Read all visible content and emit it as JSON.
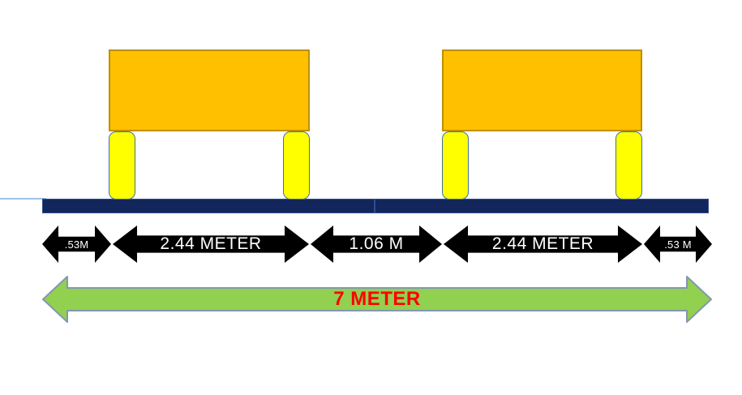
{
  "diagram": {
    "kind": "table-spacing-dimension-diagram",
    "measurements": {
      "segments": [
        {
          "label": ".53M"
        },
        {
          "label": "2.44 METER"
        },
        {
          "label": "1.06 M"
        },
        {
          "label": "2.44 METER"
        },
        {
          "label": ".53 M"
        }
      ],
      "total": {
        "label": "7 METER"
      }
    },
    "colors": {
      "table_top_fill": "#FFC000",
      "table_top_border": "#BF9000",
      "leg_fill": "#FFFF00",
      "leg_border": "#41719C",
      "platform_fill": "#13265C",
      "platform_border": "#2E4D92",
      "dimension_arrow_fill": "#000000",
      "dimension_label_text": "#FFFFFF",
      "total_arrow_fill": "#92D050",
      "total_arrow_border": "#8497B0",
      "total_label_text": "#FF0000",
      "connector_line": "#9DC3E6"
    }
  }
}
